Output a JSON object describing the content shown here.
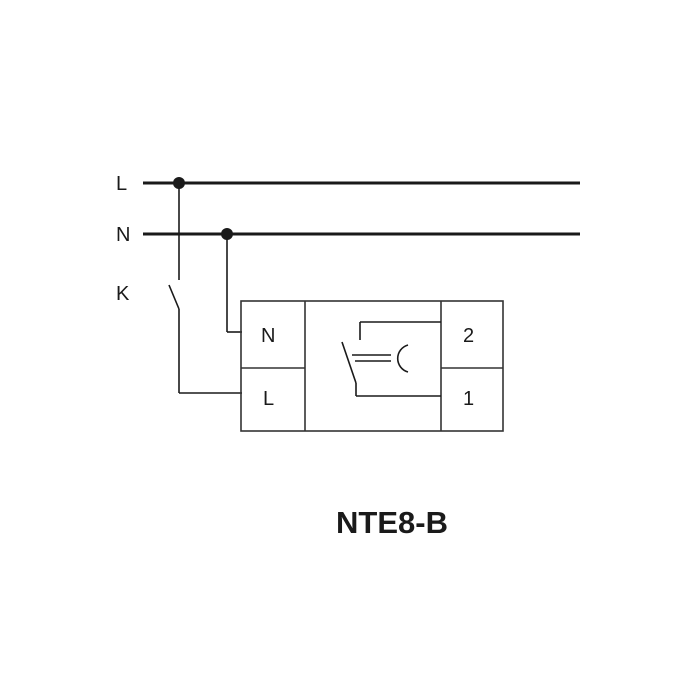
{
  "lines": {
    "L": "L",
    "N": "N",
    "K": "K"
  },
  "terminals": {
    "left_top": "N",
    "left_bottom": "L",
    "right_top": "2",
    "right_bottom": "1"
  },
  "device": {
    "model": "NTE8-B"
  },
  "colors": {
    "ink": "#1a1a1a",
    "background": "#ffffff"
  }
}
